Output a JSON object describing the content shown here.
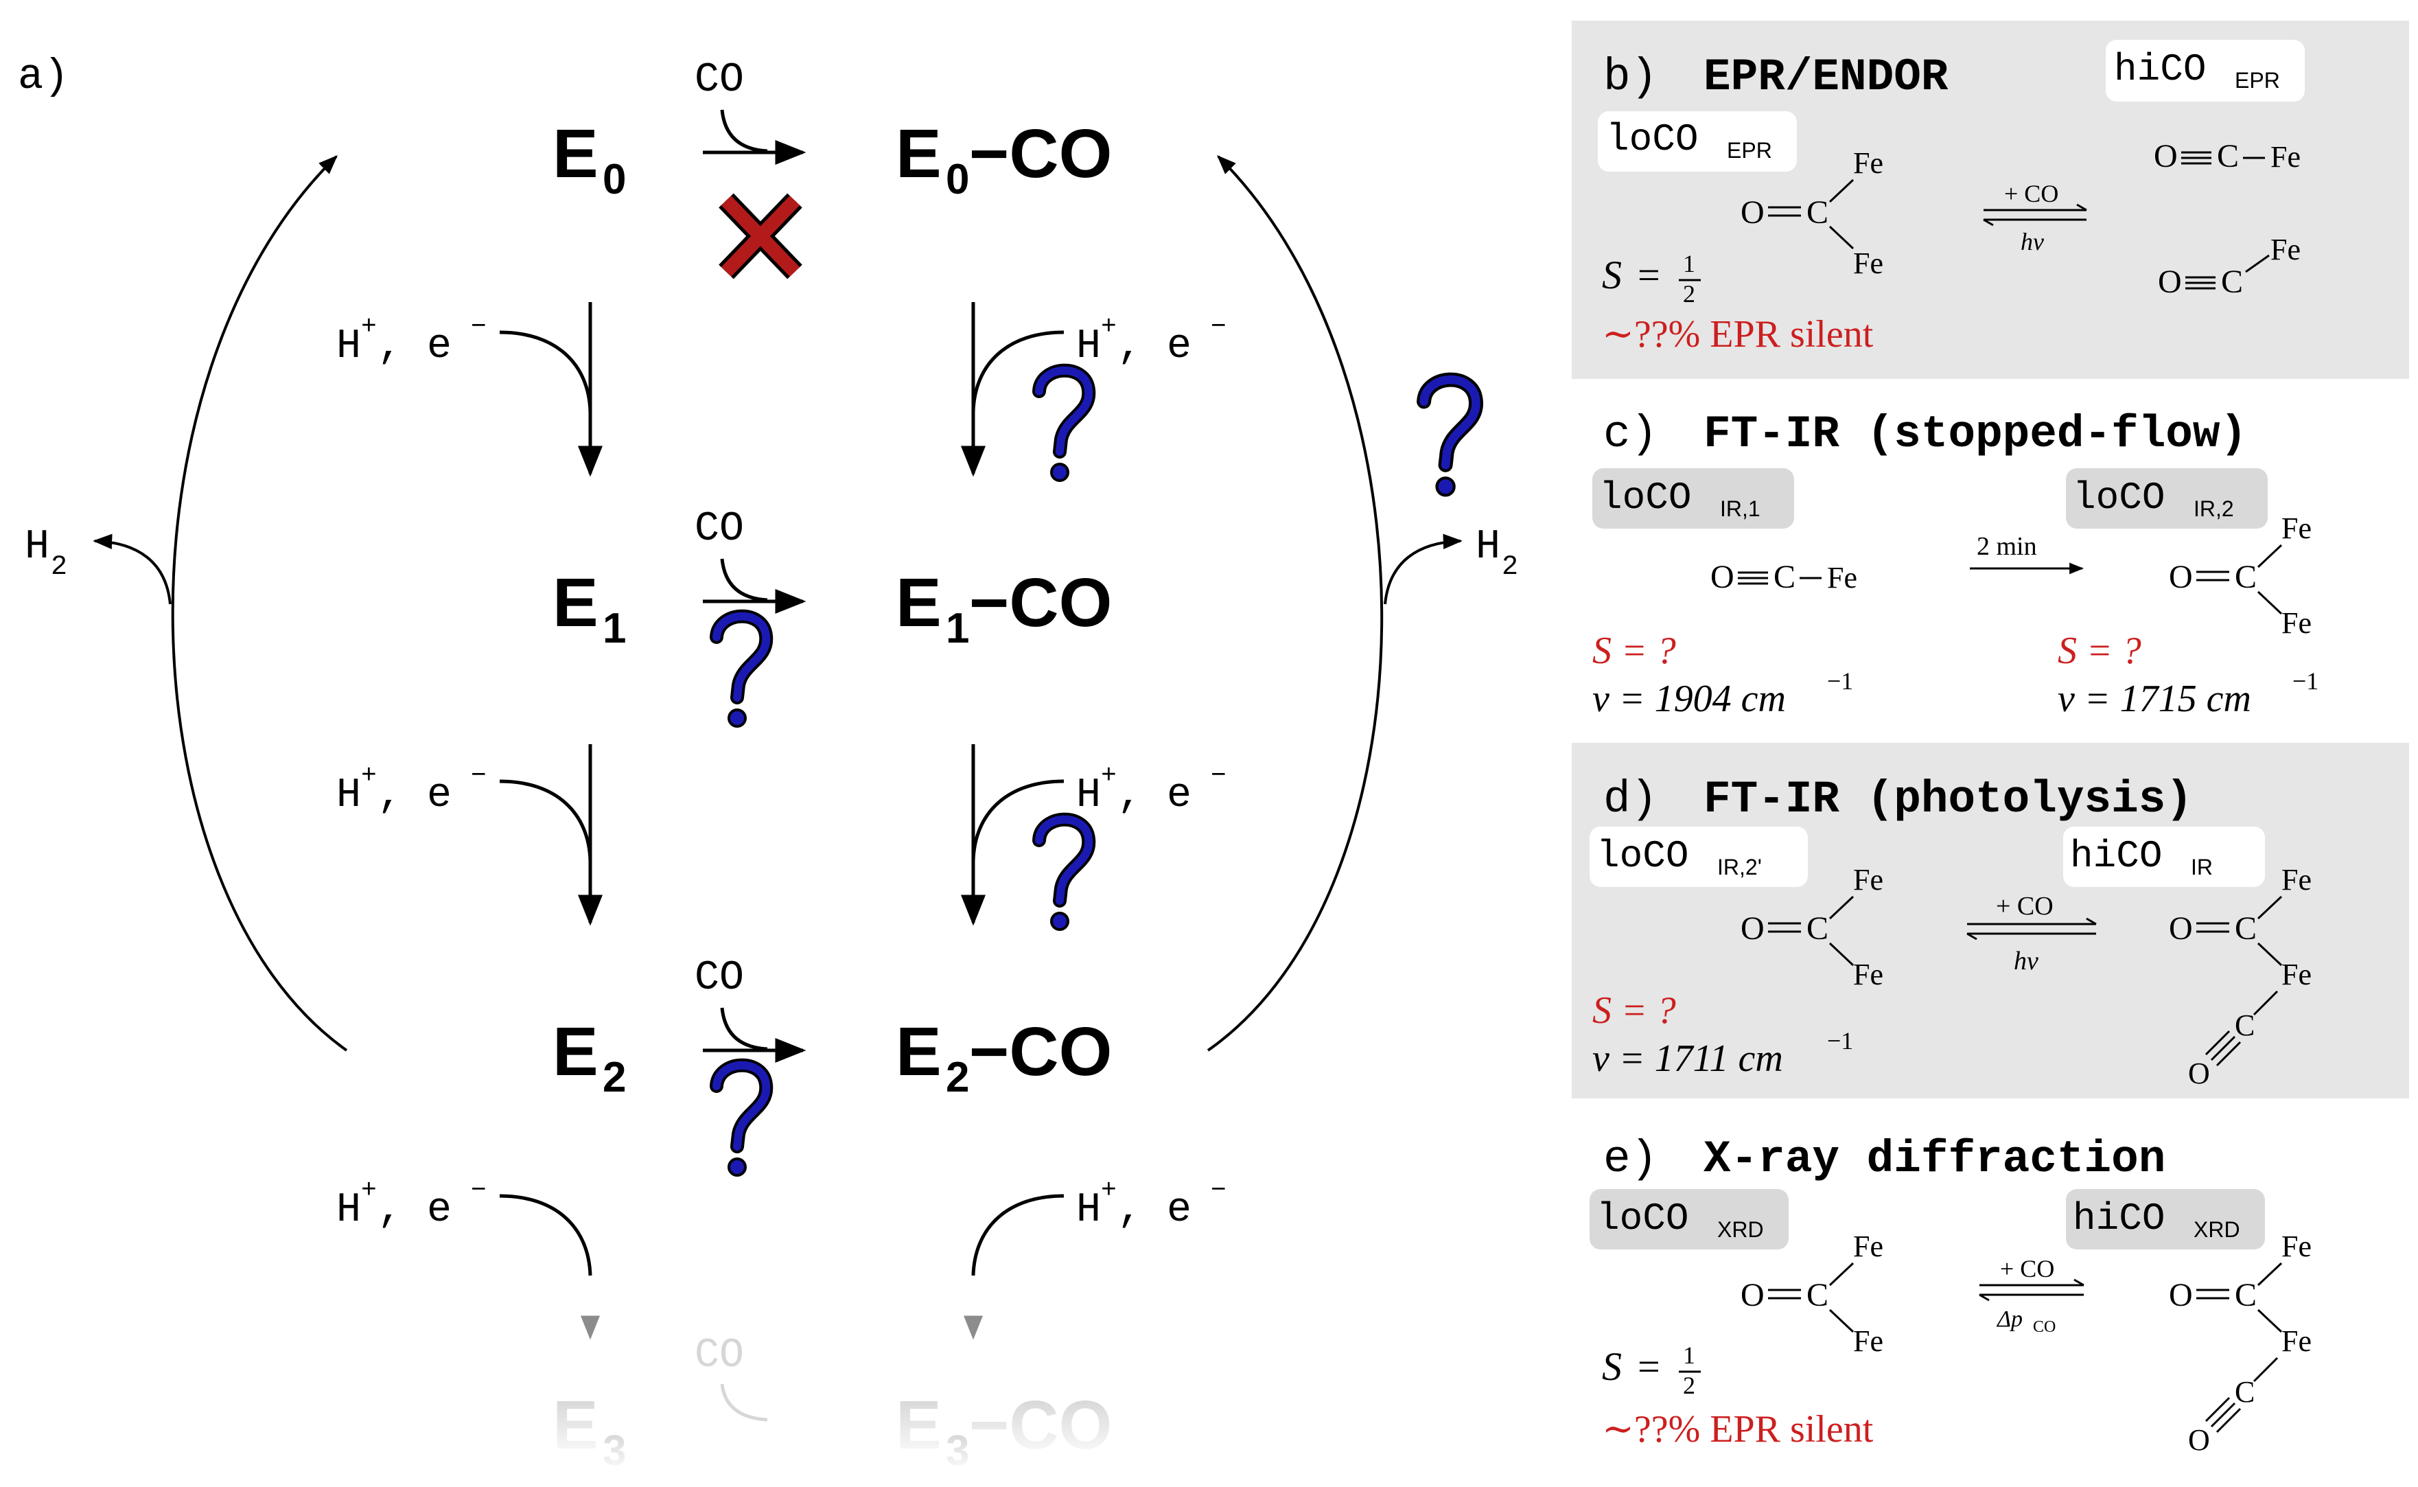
{
  "colors": {
    "panel_bg": "#e6e6e6",
    "tag_bg": "#ffffff",
    "tag_bg_grey": "#d9d9d9",
    "red_text": "#cc1f1f",
    "question_blue": "#1a1ab3",
    "cross_red": "#b31b1b",
    "faded": "#8c8c8c",
    "faint": "#c8c8c8"
  },
  "panel_a": {
    "label": "a)",
    "co": "CO",
    "he_h": "H",
    "he_sup_plus": "+",
    "he_comma_e": ", e",
    "he_sup_minus": "−",
    "h2_h": "H",
    "h2_sub": "2",
    "q": "?",
    "states": {
      "e0": {
        "main": "E",
        "sub": "0"
      },
      "e1": {
        "main": "E",
        "sub": "1"
      },
      "e2": {
        "main": "E",
        "sub": "2"
      },
      "e3": {
        "main": "E",
        "sub": "3"
      },
      "e0co": {
        "main": "E",
        "sub": "0",
        "suffix": "−CO"
      },
      "e1co": {
        "main": "E",
        "sub": "1",
        "suffix": "−CO"
      },
      "e2co": {
        "main": "E",
        "sub": "2",
        "suffix": "−CO"
      },
      "e3co": {
        "main": "E",
        "sub": "3",
        "suffix": "−CO"
      }
    }
  },
  "panel_b": {
    "label": "b)",
    "title": "EPR/ENDOR",
    "tag_lo": {
      "main": "loCO",
      "sub": "EPR"
    },
    "tag_hi": {
      "main": "hiCO",
      "sub": "EPR"
    },
    "eq_top": "+ CO",
    "eq_bottom": "hν",
    "spin_s": "S",
    "spin_eq": "=",
    "frac_num": "1",
    "frac_den": "2",
    "note": "∼??% EPR silent"
  },
  "panel_c": {
    "label": "c)",
    "title": "FT-IR (stopped-flow)",
    "tag_lo1": {
      "main": "loCO",
      "sub": "IR,1"
    },
    "tag_lo2": {
      "main": "loCO",
      "sub": "IR,2"
    },
    "arrow_label": "2 min",
    "spin_left": "S = ?",
    "spin_right": "S = ?",
    "nu_left_prefix": "ν = 1904 cm",
    "nu_right_prefix": "ν = 1715 cm",
    "nu_exp": "−1"
  },
  "panel_d": {
    "label": "d)",
    "title": "FT-IR (photolysis)",
    "tag_lo": {
      "main": "loCO",
      "sub": "IR,2'"
    },
    "tag_hi": {
      "main": "hiCO",
      "sub": "IR"
    },
    "eq_top": "+ CO",
    "eq_bottom": "hν",
    "spin": "S = ?",
    "nu_prefix": "ν = 1711 cm",
    "nu_exp": "−1"
  },
  "panel_e": {
    "label": "e)",
    "title": "X-ray diffraction",
    "tag_lo": {
      "main": "loCO",
      "sub": "XRD"
    },
    "tag_hi": {
      "main": "hiCO",
      "sub": "XRD"
    },
    "eq_top": "+ CO",
    "eq_bottom_main": "Δp",
    "eq_bottom_sub": "CO",
    "spin_s": "S",
    "spin_eq": "=",
    "frac_num": "1",
    "frac_den": "2",
    "note": "∼??% EPR silent"
  },
  "chem": {
    "o": "O",
    "c": "C",
    "fe": "Fe"
  }
}
